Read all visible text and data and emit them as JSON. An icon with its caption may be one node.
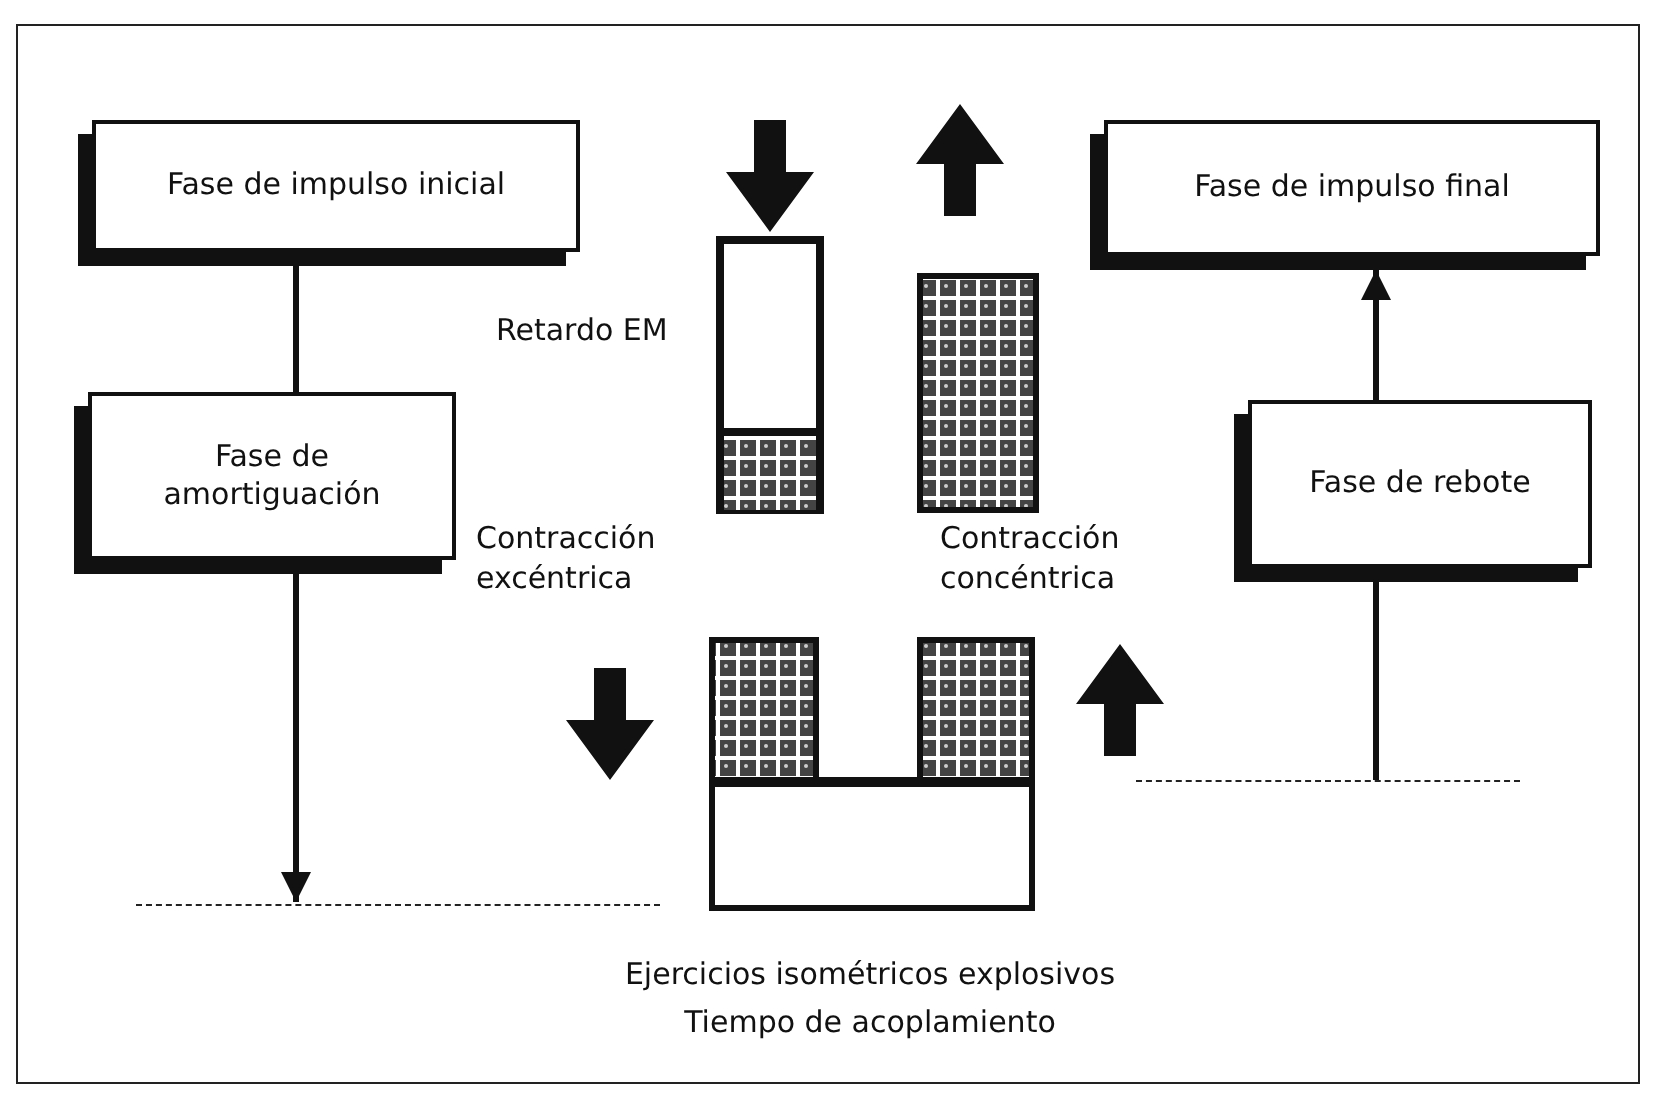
{
  "diagram": {
    "nodes": [
      {
        "text": [
          "Fase de impulso inicial"
        ]
      },
      {
        "text": [
          "Fase de amortiguación"
        ]
      },
      {
        "text": [
          "Fase de impulso final"
        ]
      },
      {
        "text": [
          "Fase de rebote"
        ]
      },
      {
        "text": [],
        "shape": "line"
      },
      {
        "text": [],
        "shape": "line"
      }
    ],
    "edges": [
      {
        "from": 0,
        "to": 1,
        "arrow": "none"
      },
      {
        "from": 1,
        "to": 4,
        "arrow": "to"
      },
      {
        "from": 3,
        "to": 2,
        "arrow": "to"
      },
      {
        "from": 5,
        "to": 3,
        "arrow": "none"
      }
    ],
    "labels": [
      "Retardo EM",
      "Contracción excéntrica",
      "Contracción concéntrica",
      "Ejercicios isométricos explosivos",
      "Tiempo de acoplamiento"
    ]
  }
}
